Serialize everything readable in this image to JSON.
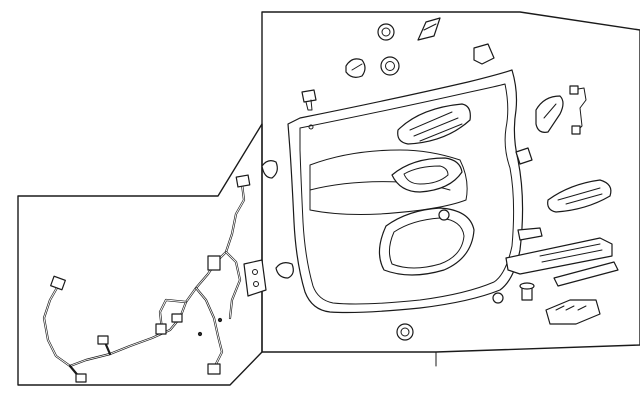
{
  "diagram": {
    "kind": "exploded parts diagram",
    "line_color": "#1a1a1a",
    "background": "#ffffff",
    "parts": [
      "door-trim-panel",
      "wiring-harness",
      "push-retainer",
      "door-handle-bezel",
      "armrest-switch-bezel",
      "window-switch",
      "pull-handle",
      "mirror-switch",
      "speaker-grille",
      "trim-clip"
    ]
  }
}
